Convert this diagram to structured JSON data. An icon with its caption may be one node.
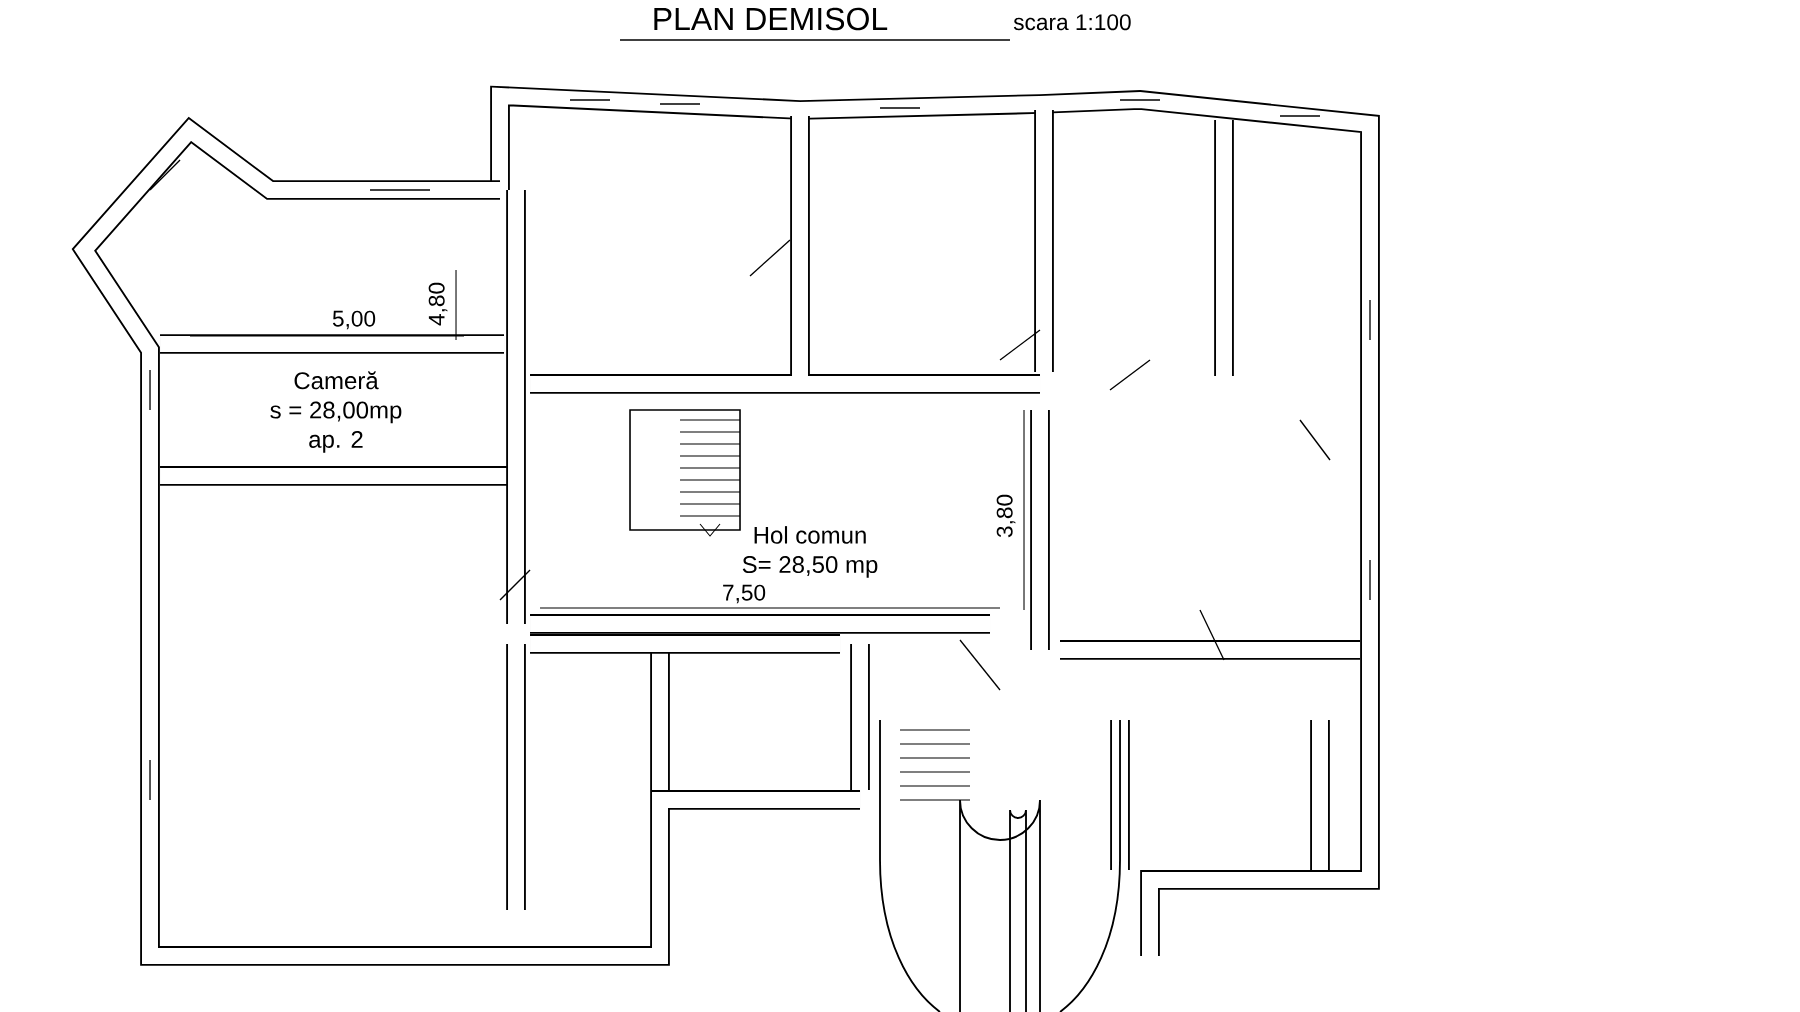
{
  "diagram": {
    "title": "PLAN DEMISOL",
    "nodes": [
      {
        "text": [
          "Cameră",
          "s = 28,00mp",
          "ap. 2"
        ]
      },
      {
        "text": [
          "Hol comun",
          "S= 28,50 mp"
        ]
      }
    ],
    "labels": [
      "scara 1:100",
      "5,00",
      "4,80",
      "3,80",
      "7,50"
    ]
  }
}
